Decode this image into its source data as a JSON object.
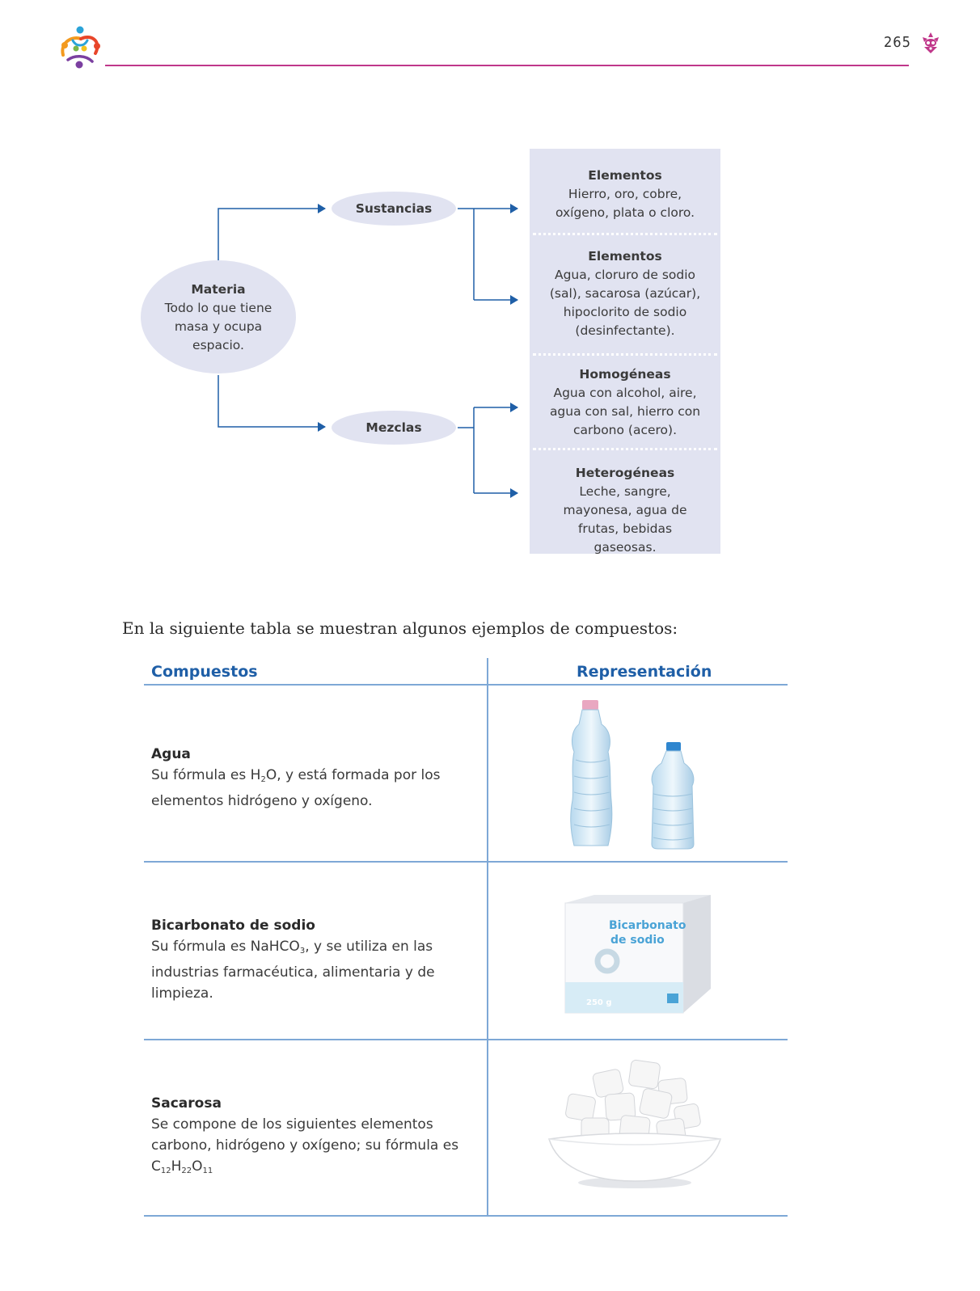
{
  "header": {
    "page_number": "265"
  },
  "diagram": {
    "root": {
      "title": "Materia",
      "text": "Todo lo que tiene masa y ocupa espacio."
    },
    "branch_top": "Sustancias",
    "branch_bottom": "Mezclas",
    "classes": [
      {
        "title": "Elementos",
        "text": "Hierro, oro, cobre, oxígeno, plata o cloro."
      },
      {
        "title": "Elementos",
        "text": "Agua, cloruro de sodio (sal), sacarosa (azúcar), hipoclorito de sodio (desinfectante)."
      },
      {
        "title": "Homogéneas",
        "text": "Agua con alcohol, aire, agua con sal, hierro con carbono (acero)."
      },
      {
        "title": "Heterogéneas",
        "text": "Leche, sangre, mayonesa, agua de frutas, bebidas gaseosas."
      }
    ]
  },
  "intro": "En la siguiente tabla se muestran algunos ejemplos de compuestos:",
  "table": {
    "headers": [
      "Compuestos",
      "Representación"
    ],
    "rows": [
      {
        "name": "Agua",
        "text_before": "Su fórmula es H",
        "sub1": "2",
        "text_after": "O, y está formada por los elementos hidrógeno y oxígeno."
      },
      {
        "name": "Bicarbonato de sodio",
        "text_before": "Su fórmula es NaHCO",
        "sub1": "3",
        "text_after": ", y se utiliza en las industrias farmacéutica, alimentaria y de limpieza."
      },
      {
        "name": "Sacarosa",
        "text_before": "Se compone de los siguientes elementos carbono, hidrógeno y oxígeno; su fórmula es C",
        "sub1": "12",
        "mid1": "H",
        "sub2": "22",
        "mid2": "O",
        "sub3": "11"
      }
    ],
    "box_label_line1": "Bicarbonato",
    "box_label_line2": "de sodio",
    "box_weight": "250 g"
  },
  "colors": {
    "accent_magenta": "#c0378a",
    "table_blue": "#1f5fa7",
    "diagram_arrow": "#1f5fa7",
    "panel_fill": "#e1e3f1"
  },
  "icons": [
    "logo-icon",
    "flower-icon",
    "arrow-right-icon"
  ]
}
